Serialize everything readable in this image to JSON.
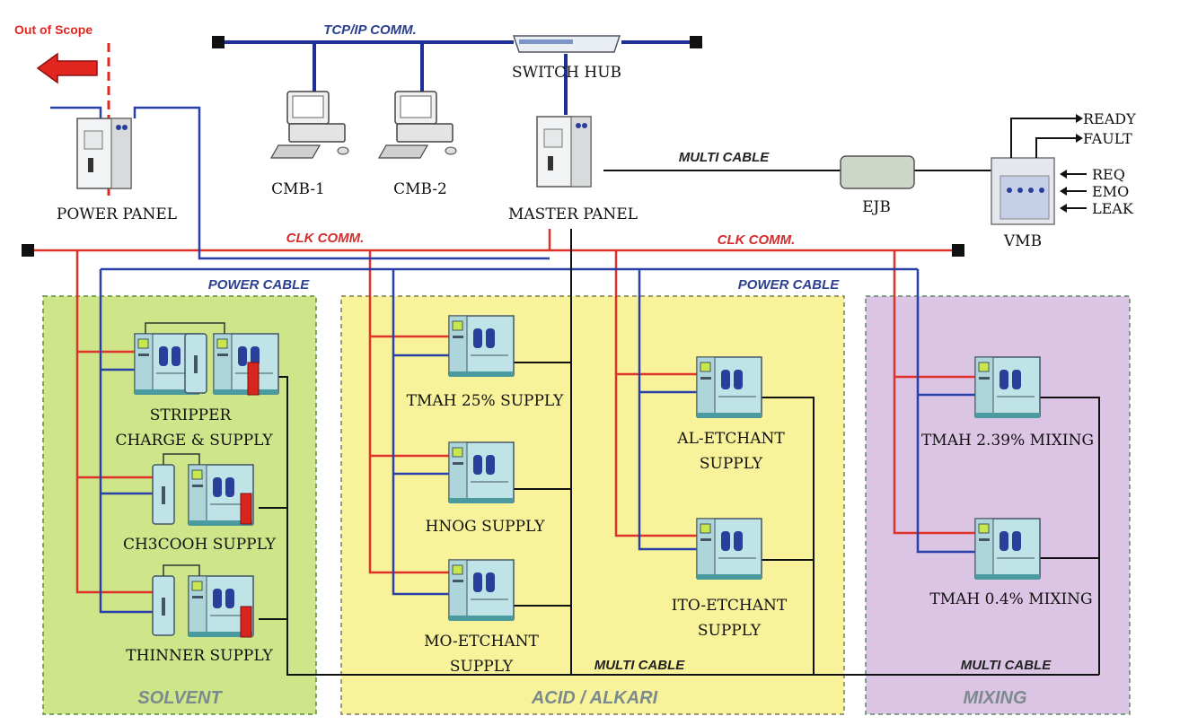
{
  "scope": {
    "label": "Out of Scope"
  },
  "nets": {
    "tcp": "TCP/IP COMM.",
    "clk_left": "CLK COMM.",
    "clk_right": "CLK COMM.",
    "power_left": "POWER CABLE",
    "power_right": "POWER CABLE",
    "multi_top": "MULTI CABLE",
    "multi_acid": "MULTI CABLE",
    "multi_mixing": "MULTI CABLE"
  },
  "devices": {
    "switch_hub": "SWITCH HUB",
    "cmb1": "CMB-1",
    "cmb2": "CMB-2",
    "power_panel": "POWER PANEL",
    "master_panel": "MASTER PANEL",
    "ejb": "EJB",
    "vmb": "VMB"
  },
  "vmb_signals": {
    "out": [
      "READY",
      "FAULT"
    ],
    "in": [
      "REQ",
      "EMO",
      "LEAK"
    ]
  },
  "zones": {
    "solvent": "SOLVENT",
    "acid": "ACID / ALKARI",
    "mixing": "MIXING"
  },
  "units": {
    "stripper": [
      "STRIPPER",
      "CHARGE & SUPPLY"
    ],
    "ch3cooh": [
      "CH3COOH SUPPLY"
    ],
    "thinner": [
      "THINNER SUPPLY"
    ],
    "tmah25": [
      "TMAH 25% SUPPLY"
    ],
    "hnog": [
      "HNOG SUPPLY"
    ],
    "moetch": [
      "MO-ETCHANT",
      "SUPPLY"
    ],
    "aletch": [
      "AL-ETCHANT",
      "SUPPLY"
    ],
    "itoetch": [
      "ITO-ETCHANT",
      "SUPPLY"
    ],
    "tmah239": [
      "TMAH 2.39% MIXING"
    ],
    "tmah04": [
      "TMAH 0.4% MIXING"
    ]
  },
  "colors": {
    "clk": "#e0312b",
    "power": "#2840a8",
    "tcp": "#1f2f9a",
    "multi": "#111111",
    "solvent_fill": "#cfe58a",
    "acid_fill": "#f8f39a",
    "mixing_fill": "#dcc4e4",
    "unit_body": "#bfe3e6"
  }
}
